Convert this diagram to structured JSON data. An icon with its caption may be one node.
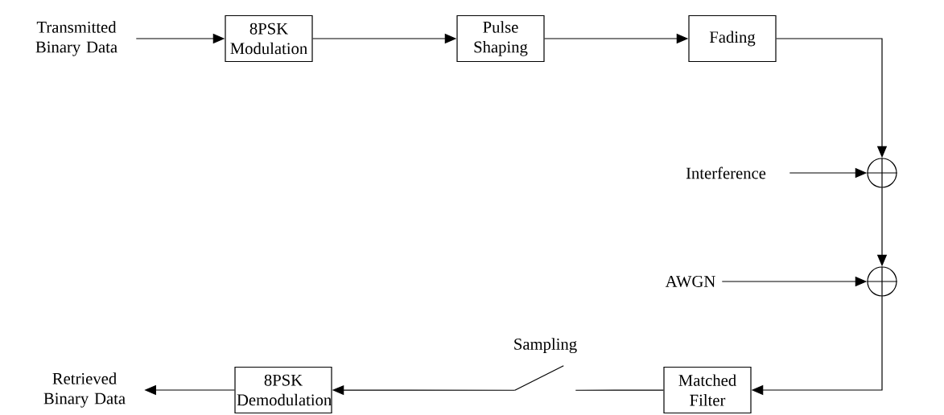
{
  "diagram": {
    "nodes": [
      {
        "text": [
          "Transmitted Binary Data"
        ]
      },
      {
        "text": [
          "8PSK Modulation"
        ]
      },
      {
        "text": [
          "Pulse Shaping"
        ]
      },
      {
        "text": [
          "Fading"
        ]
      },
      {
        "text": [],
        "shape": "circle"
      },
      {
        "text": [
          "Interference"
        ]
      },
      {
        "text": [],
        "shape": "circle"
      },
      {
        "text": [
          "AWGN"
        ]
      },
      {
        "text": [
          "Matched Filter"
        ]
      },
      {
        "text": [],
        "shape": "switch",
        "beside": [
          "Sampling"
        ]
      },
      {
        "text": [
          "8PSK Demodulation"
        ]
      },
      {
        "text": [
          "Retrieved Binary Data"
        ]
      }
    ],
    "edges": [
      {
        "from": 0,
        "to": 1,
        "arrow": "to"
      },
      {
        "from": 1,
        "to": 2,
        "arrow": "to"
      },
      {
        "from": 2,
        "to": 3,
        "arrow": "to"
      },
      {
        "from": 3,
        "to": 4,
        "arrow": "to"
      },
      {
        "from": 5,
        "to": 4,
        "arrow": "to"
      },
      {
        "from": 4,
        "to": 6,
        "arrow": "to"
      },
      {
        "from": 7,
        "to": 6,
        "arrow": "to"
      },
      {
        "from": 6,
        "to": 8,
        "arrow": "to"
      },
      {
        "from": 8,
        "to": 9,
        "arrow": "none"
      },
      {
        "from": 9,
        "to": 10,
        "arrow": "to"
      },
      {
        "from": 10,
        "to": 11,
        "arrow": "to"
      }
    ]
  }
}
